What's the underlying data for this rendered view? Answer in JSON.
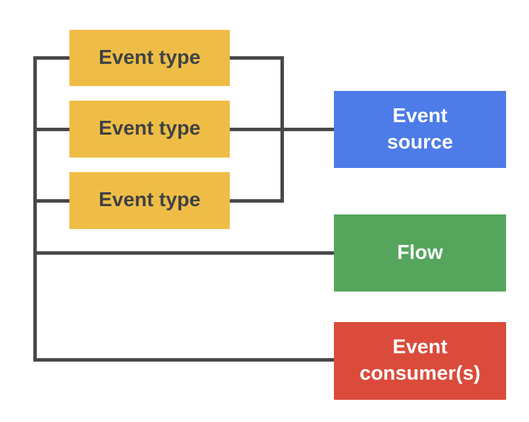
{
  "diagram": {
    "event_types": [
      {
        "label": "Event type"
      },
      {
        "label": "Event type"
      },
      {
        "label": "Event type"
      }
    ],
    "nodes": {
      "event_source": {
        "label": "Event\nsource"
      },
      "flow": {
        "label": "Flow"
      },
      "event_consumers": {
        "label": "Event\nconsumer(s)"
      }
    },
    "colors": {
      "background": "#ffffff",
      "event_type_bg": "#efbd46",
      "event_type_text": "#3e4245",
      "event_source_bg": "#4d7ce8",
      "flow_bg": "#55a55c",
      "event_consumers_bg": "#db4b3c",
      "node_text": "#ffffff",
      "connector": "#47484a"
    }
  }
}
